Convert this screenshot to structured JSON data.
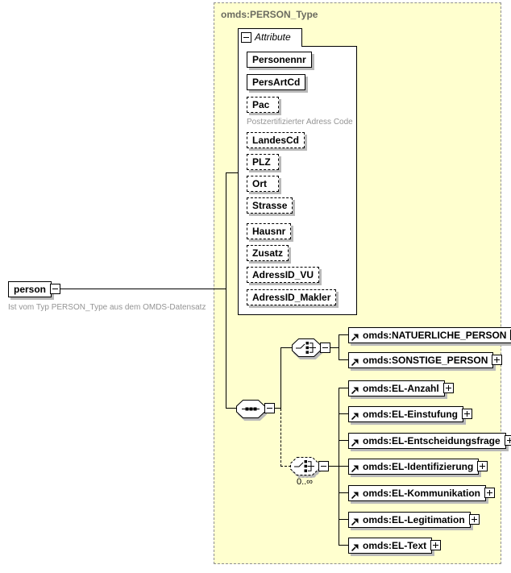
{
  "type_container": {
    "title": "omds:PERSON_Type"
  },
  "root_element": {
    "name": "person",
    "annotation": "Ist vom Typ PERSON_Type aus dem OMDS-Datensatz"
  },
  "attributes_section": {
    "label": "Attribute",
    "items": [
      {
        "name": "Personennr",
        "required": true
      },
      {
        "name": "PersArtCd",
        "required": true
      },
      {
        "name": "Pac",
        "required": false,
        "annotation": "Postzertifizierter Adress Code"
      },
      {
        "name": "LandesCd",
        "required": false
      },
      {
        "name": "PLZ",
        "required": false
      },
      {
        "name": "Ort",
        "required": false
      },
      {
        "name": "Strasse",
        "required": false
      },
      {
        "name": "Hausnr",
        "required": false
      },
      {
        "name": "Zusatz",
        "required": false
      },
      {
        "name": "AdressID_VU",
        "required": false
      },
      {
        "name": "AdressID_Makler",
        "required": false
      }
    ]
  },
  "compositors": {
    "sequence": {
      "type": "sequence"
    },
    "choice_persons": {
      "type": "choice"
    },
    "choice_elements": {
      "type": "choice",
      "occurrence": "0..∞",
      "optional": true
    }
  },
  "choice1_elements": [
    {
      "name": "omds:NATUERLICHE_PERSON"
    },
    {
      "name": "omds:SONSTIGE_PERSON"
    }
  ],
  "choice2_elements": [
    {
      "name": "omds:EL-Anzahl"
    },
    {
      "name": "omds:EL-Einstufung"
    },
    {
      "name": "omds:EL-Entscheidungsfrage"
    },
    {
      "name": "omds:EL-Identifizierung"
    },
    {
      "name": "omds:EL-Kommunikation"
    },
    {
      "name": "omds:EL-Legitimation"
    },
    {
      "name": "omds:EL-Text"
    }
  ],
  "icons": {
    "collapse": "minus-box-icon",
    "expand": "plus-box-icon",
    "sequence": "sequence-compositor-icon",
    "choice": "choice-compositor-icon",
    "reference": "global-reference-arrow-icon"
  },
  "colors": {
    "container_fill": "#FFFFCF",
    "container_border": "#8F8F8F",
    "box_fill": "#FFFFFF",
    "line": "#000000",
    "shadow": "#B9B9B9",
    "annotation_text": "#949494",
    "title_text": "#6B6B60"
  }
}
